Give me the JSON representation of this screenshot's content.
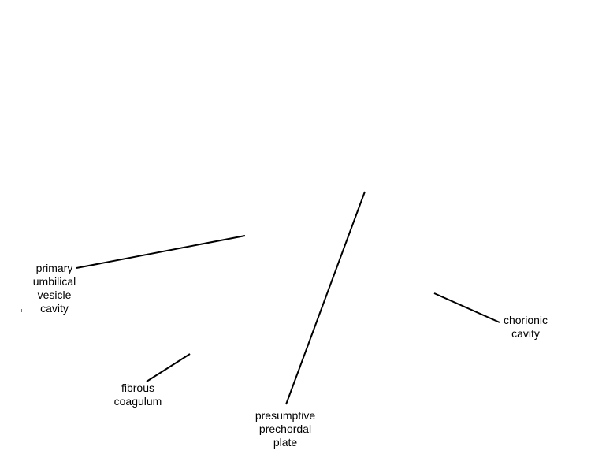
{
  "diagram": {
    "line_color": "#000000",
    "text_color": "#000000",
    "background": "#ffffff",
    "labels": {
      "primary_umbilical_vesicle_cavity": [
        "primary",
        "umbilical",
        "vesicle",
        "cavity"
      ],
      "fibrous_coagulum": [
        "fibrous",
        "coagulum"
      ],
      "presumptive_prechordal_plate": [
        "presumptive",
        "prechordal",
        "plate"
      ],
      "chorionic_cavity": [
        "chorionic",
        "cavity"
      ]
    }
  }
}
